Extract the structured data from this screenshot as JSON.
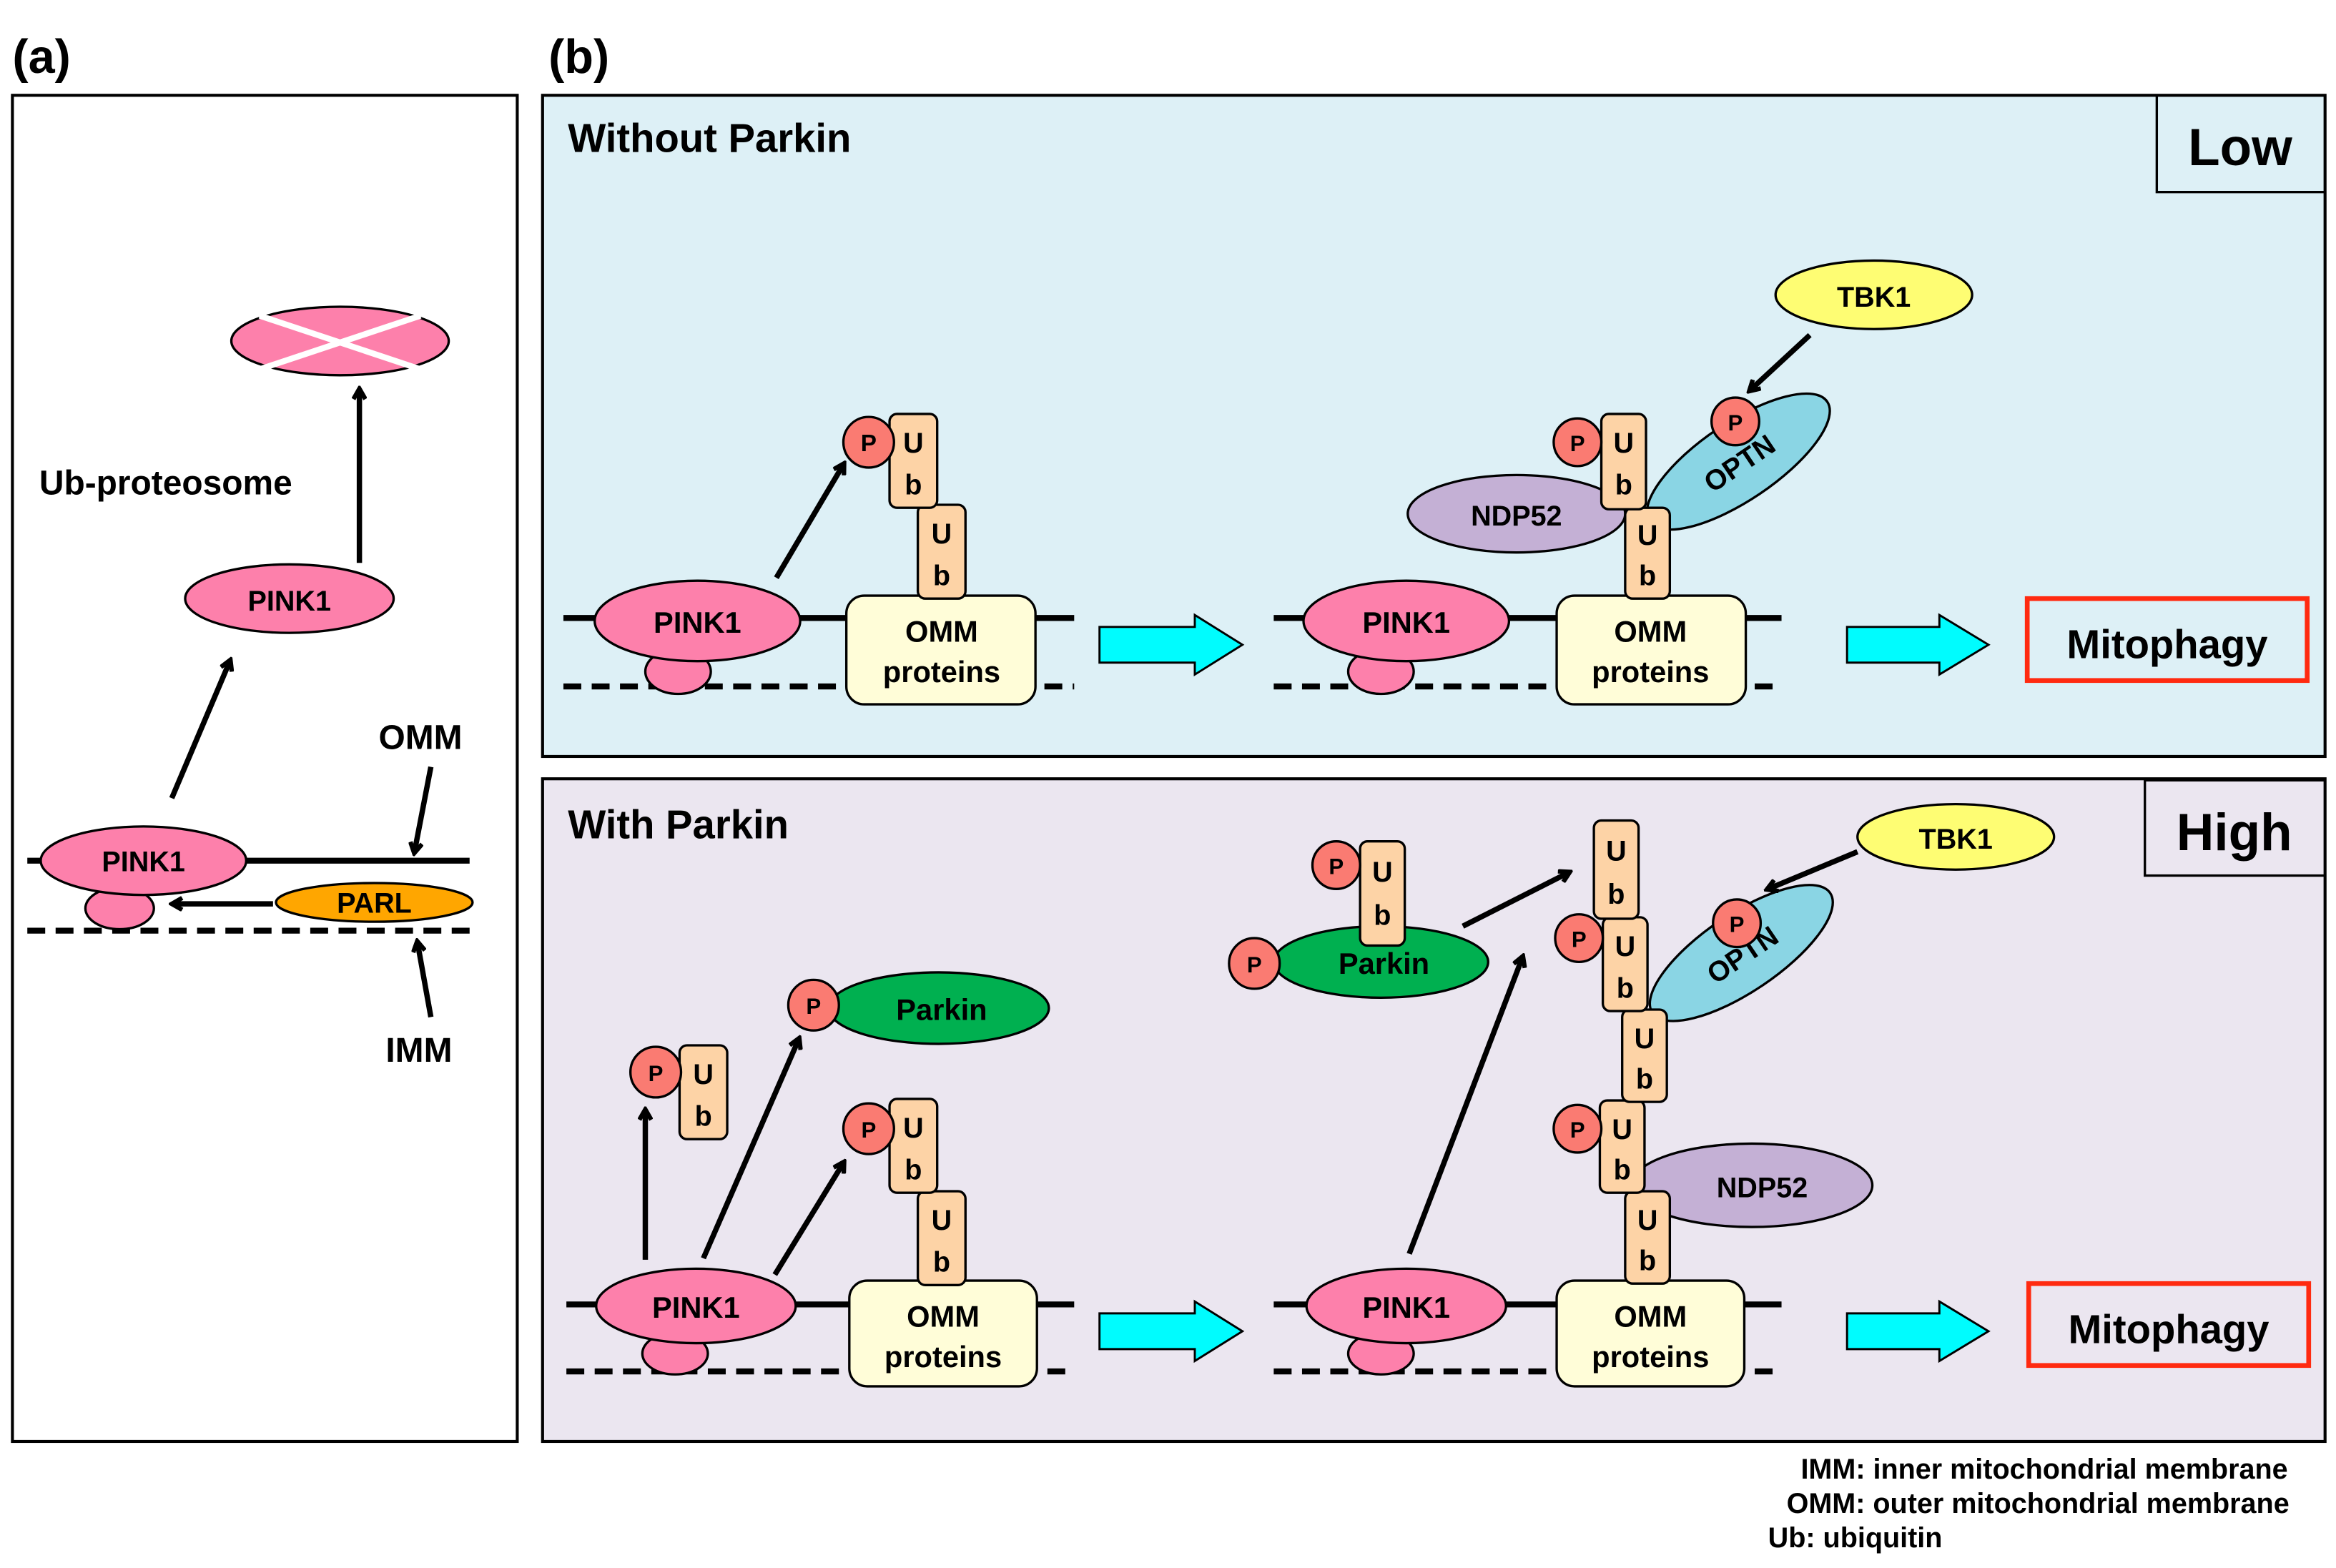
{
  "panel_labels": {
    "a": "(a)",
    "b": "(b)"
  },
  "panel_a": {
    "degraded_label": "",
    "ub_proteosome": "Ub-proteosome",
    "pink1_free": "PINK1",
    "pink1_membrane": "PINK1",
    "parl": "PARL",
    "omm": "OMM",
    "imm": "IMM"
  },
  "panel_b_top": {
    "title": "Without Parkin",
    "level": "Low",
    "stage1": {
      "pink1": "PINK1",
      "omm_line1": "OMM",
      "omm_line2": "proteins",
      "p": "P",
      "ub": [
        "Ub",
        "Ub"
      ]
    },
    "stage2": {
      "pink1": "PINK1",
      "omm_line1": "OMM",
      "omm_line2": "proteins",
      "tbk1": "TBK1",
      "optn": "OPTN",
      "ndp52": "NDP52",
      "p": "P",
      "ub": [
        "Ub",
        "Ub"
      ]
    },
    "outcome": "Mitophagy"
  },
  "panel_b_bottom": {
    "title": "With Parkin",
    "level": "High",
    "stage1": {
      "pink1": "PINK1",
      "omm_line1": "OMM",
      "omm_line2": "proteins",
      "parkin": "Parkin",
      "p": "P",
      "ub": [
        "Ub",
        "Ub",
        "Ub"
      ]
    },
    "stage2": {
      "pink1": "PINK1",
      "omm_line1": "OMM",
      "omm_line2": "proteins",
      "parkin": "Parkin",
      "tbk1": "TBK1",
      "optn": "OPTN",
      "ndp52": "NDP52",
      "p": "P",
      "ub": [
        "Ub",
        "Ub",
        "Ub",
        "Ub",
        "Ub",
        "Ub"
      ]
    },
    "outcome": "Mitophagy"
  },
  "legend": [
    "IMM: inner mitochondrial membrane",
    "OMM: outer mitochondrial membrane",
    "Ub: ubiquitin"
  ],
  "colors": {
    "pink1": "#fd80ab",
    "phospho": "#fa7b72",
    "ubiquitin": "#fdd3a6",
    "omm_proteins": "#fffdd8",
    "parkin": "#00b050",
    "tbk1": "#fefd73",
    "optn": "#8ad5e4",
    "ndp52": "#c4b0d5",
    "parl": "#ffa600",
    "flow_arrow": "#00fcfe",
    "mitophagy_border": "#ff2a10",
    "panel_top_bg": "#ddf0f6",
    "panel_bottom_bg": "#ebe6f0"
  }
}
